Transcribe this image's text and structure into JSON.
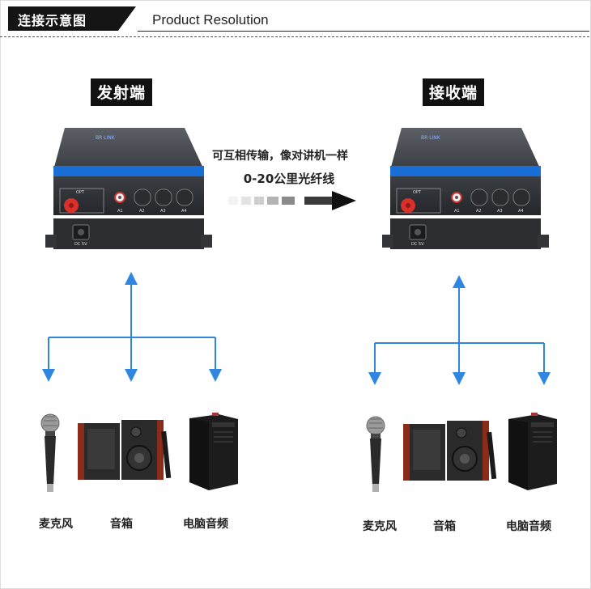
{
  "header": {
    "tab_label": "连接示意图",
    "title": "Product Resolution"
  },
  "transmitter": {
    "label": "发射端",
    "port_labels": [
      "OPT",
      "A1",
      "A2",
      "A3",
      "A4",
      "DC 5V"
    ]
  },
  "receiver": {
    "label": "接收端",
    "port_labels": [
      "OPT",
      "A1",
      "A2",
      "A3",
      "A4",
      "DC 5V"
    ]
  },
  "link": {
    "line1": "可互相传输，像对讲机一样",
    "line2": "0-20公里光纤线"
  },
  "left_devices": [
    "麦克风",
    "音箱",
    "电脑音频"
  ],
  "right_devices": [
    "麦克风",
    "音箱",
    "电脑音频"
  ],
  "colors": {
    "arrow_blue": "#2f86e0",
    "device_stripe": "#1a6fd6",
    "connector_red": "#d9302a"
  }
}
